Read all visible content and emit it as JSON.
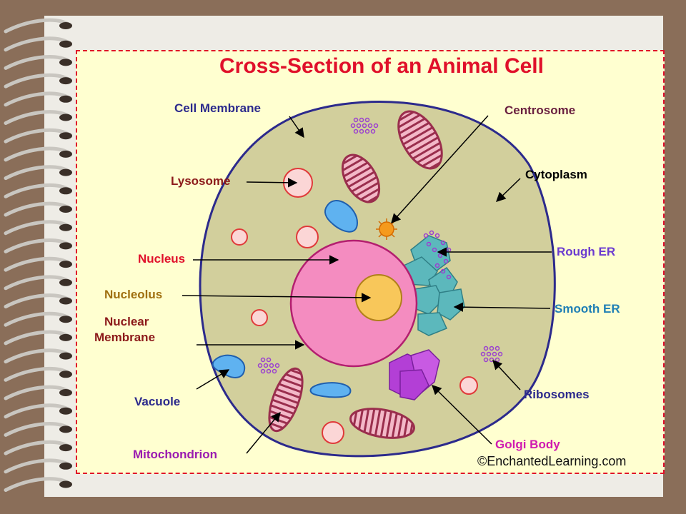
{
  "title": "Cross-Section of an Animal Cell",
  "copyright": "©EnchantedLearning.com",
  "labels": {
    "cell_membrane": "Cell Membrane",
    "lysosome": "Lysosome",
    "nucleus": "Nucleus",
    "nucleolus": "Nucleolus",
    "nuclear_membrane_1": "Nuclear",
    "nuclear_membrane_2": "Membrane",
    "vacuole": "Vacuole",
    "mitochondrion": "Mitochondrion",
    "centrosome": "Centrosome",
    "cytoplasm": "Cytoplasm",
    "rough_er": "Rough ER",
    "smooth_er": "Smooth ER",
    "ribosomes": "Ribosomes",
    "golgi_body": "Golgi Body"
  },
  "colors": {
    "title": "#e0102a",
    "cytoplasm": "#d2cf9c",
    "cell_membrane": "#2c2a8c",
    "nucleus": "#f48cc0",
    "nucleolus": "#f8c75a",
    "mitochondria": "#b2425e",
    "vacuole": "#5fb2f0",
    "lysosome": "#fbd6d6",
    "er": "#5cb8bc",
    "golgi": "#b33fd6",
    "ribosome": "#9a3fd0"
  }
}
